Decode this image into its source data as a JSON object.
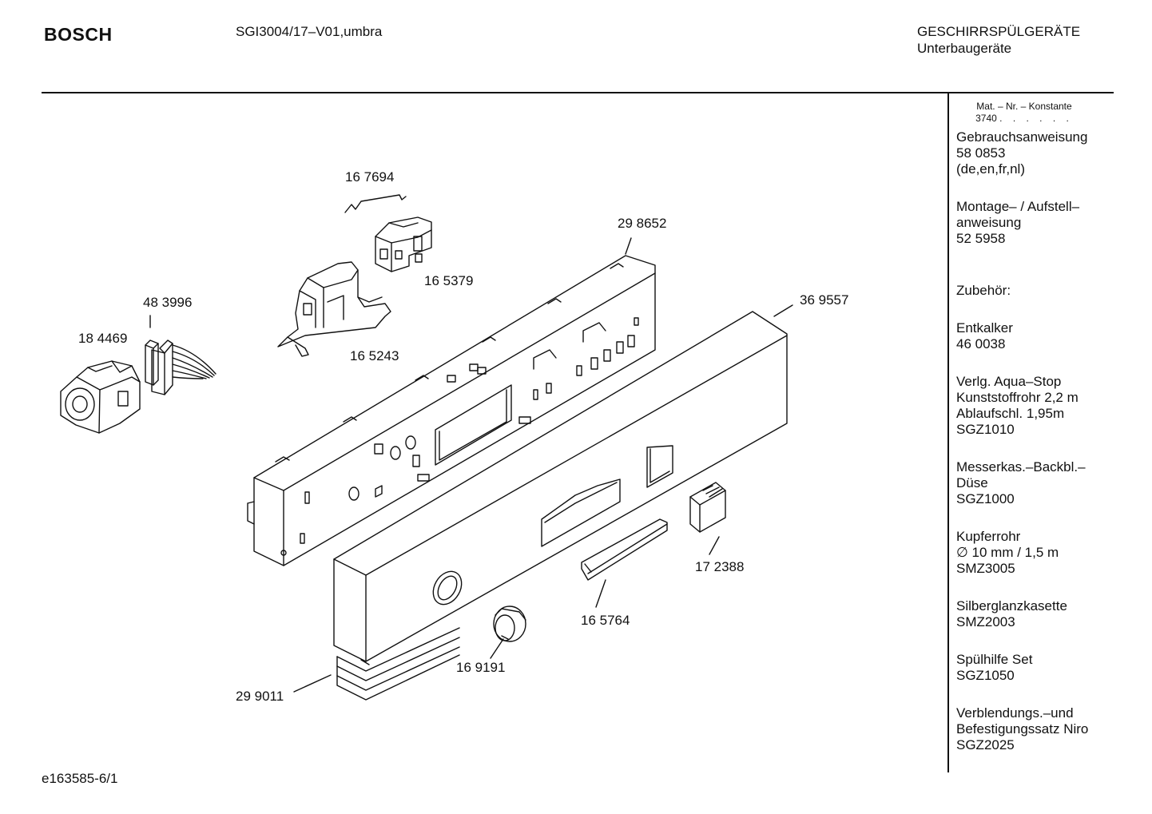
{
  "header": {
    "brand": "BOSCH",
    "model": "SGI3004/17–V01,umbra",
    "category": "GESCHIRRSPÜLGERÄTE",
    "subcategory": "Unterbaugeräte"
  },
  "sidebar": {
    "mat_header": "Mat. – Nr. – Konstante",
    "mat_value": "3740",
    "mat_dots": ". . . . . .",
    "blocks": [
      "Gebrauchsanweisung\n58 0853\n(de,en,fr,nl)",
      "Montage– / Aufstell–\nanweisung\n52 5958",
      "Zubehör:",
      "Entkalker\n46 0038",
      "Verlg. Aqua–Stop\nKunststoffrohr 2,2 m\nAblaufschl. 1,95m\nSGZ1010",
      "Messerkas.–Backbl.–\nDüse\nSGZ1000",
      "Kupferrohr\n∅ 10 mm / 1,5 m\nSMZ3005",
      "Silberglanzkasette\nSMZ2003",
      "Spülhilfe Set\nSGZ1050",
      "Verblendungs.–und\nBefestigungssatz Niro\nSGZ2025"
    ]
  },
  "parts": {
    "p167694": "16 7694",
    "p298652": "29 8652",
    "p165379": "16 5379",
    "p483996": "48 3996",
    "p184469": "18 4469",
    "p165243": "16 5243",
    "p369557": "36 9557",
    "p172388": "17 2388",
    "p165764": "16 5764",
    "p169191": "16 9191",
    "p299011": "29 9011"
  },
  "footer": {
    "code": "e163585-6/1"
  }
}
